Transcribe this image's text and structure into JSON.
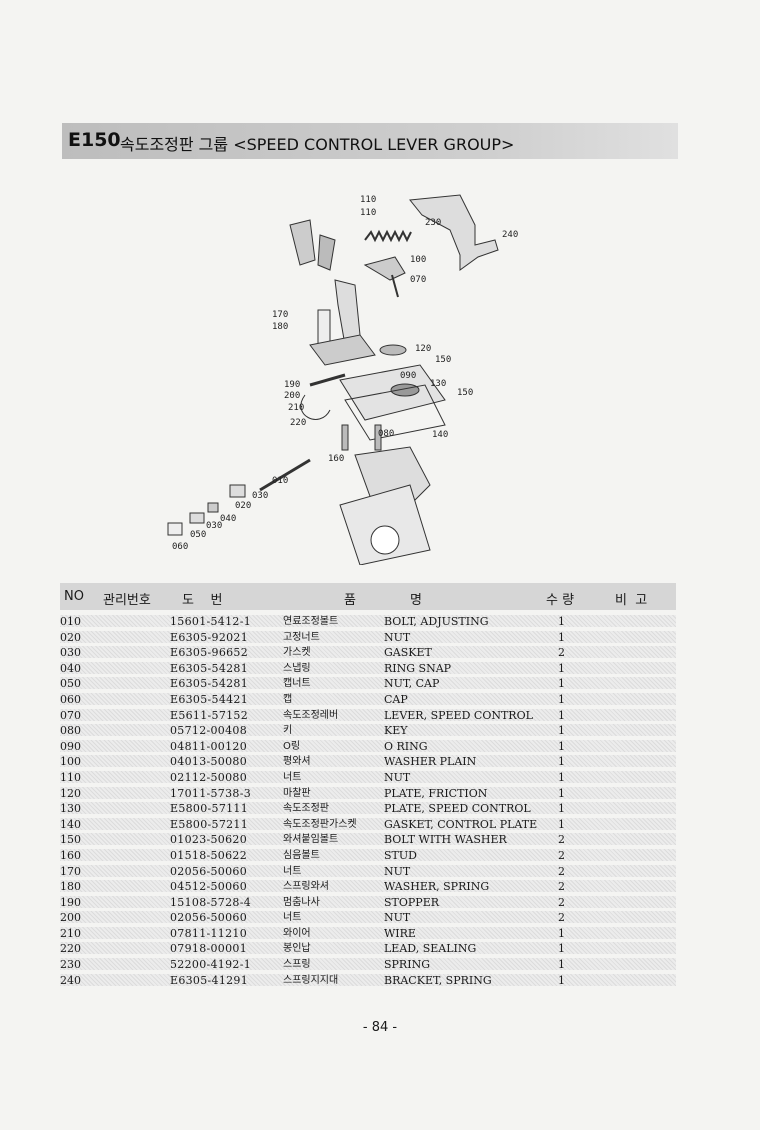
{
  "header": {
    "code": "E150",
    "title": "속도조정판 그룹 <SPEED CONTROL LEVER GROUP>"
  },
  "diagram_labels": [
    "110",
    "110",
    "230",
    "240",
    "100",
    "070",
    "170",
    "180",
    "120",
    "150",
    "090",
    "190",
    "200",
    "210",
    "130",
    "150",
    "220",
    "080",
    "140",
    "160",
    "010",
    "030",
    "020",
    "040",
    "030",
    "050",
    "060"
  ],
  "table": {
    "headers": {
      "no": "NO",
      "mgmt": "관리번호",
      "drawing": "도    번",
      "name1": "품",
      "name2": "명",
      "qty": "수 량",
      "remarks": "비  고"
    },
    "rows": [
      {
        "no": "010",
        "part": "15601-5412-1",
        "kor": "연료조정볼트",
        "eng": "BOLT, ADJUSTING",
        "qty": "1"
      },
      {
        "no": "020",
        "part": "E6305-92021",
        "kor": "고정너트",
        "eng": "NUT",
        "qty": "1"
      },
      {
        "no": "030",
        "part": "E6305-96652",
        "kor": "가스켓",
        "eng": "GASKET",
        "qty": "2"
      },
      {
        "no": "040",
        "part": "E6305-54281",
        "kor": "스냅링",
        "eng": "RING SNAP",
        "qty": "1"
      },
      {
        "no": "050",
        "part": "E6305-54281",
        "kor": "캡너트",
        "eng": "NUT, CAP",
        "qty": "1"
      },
      {
        "no": "060",
        "part": "E6305-54421",
        "kor": "캡",
        "eng": "CAP",
        "qty": "1"
      },
      {
        "no": "070",
        "part": "E5611-57152",
        "kor": "속도조정레버",
        "eng": "LEVER, SPEED CONTROL",
        "qty": "1"
      },
      {
        "no": "080",
        "part": "05712-00408",
        "kor": "키",
        "eng": "KEY",
        "qty": "1"
      },
      {
        "no": "090",
        "part": "04811-00120",
        "kor": "O링",
        "eng": "O RING",
        "qty": "1"
      },
      {
        "no": "100",
        "part": "04013-50080",
        "kor": "평와셔",
        "eng": "WASHER PLAIN",
        "qty": "1"
      },
      {
        "no": "110",
        "part": "02112-50080",
        "kor": "너트",
        "eng": "NUT",
        "qty": "1"
      },
      {
        "no": "120",
        "part": "17011-5738-3",
        "kor": "마찰판",
        "eng": "PLATE, FRICTION",
        "qty": "1"
      },
      {
        "no": "130",
        "part": "E5800-57111",
        "kor": "속도조정판",
        "eng": "PLATE, SPEED CONTROL",
        "qty": "1"
      },
      {
        "no": "140",
        "part": "E5800-57211",
        "kor": "속도조정판가스켓",
        "eng": "GASKET, CONTROL PLATE",
        "qty": "1"
      },
      {
        "no": "150",
        "part": "01023-50620",
        "kor": "와셔붙임볼트",
        "eng": "BOLT WITH WASHER",
        "qty": "2"
      },
      {
        "no": "160",
        "part": "01518-50622",
        "kor": "심음볼트",
        "eng": "STUD",
        "qty": "2"
      },
      {
        "no": "170",
        "part": "02056-50060",
        "kor": "너트",
        "eng": "NUT",
        "qty": "2"
      },
      {
        "no": "180",
        "part": "04512-50060",
        "kor": "스프링와셔",
        "eng": "WASHER, SPRING",
        "qty": "2"
      },
      {
        "no": "190",
        "part": "15108-5728-4",
        "kor": "멈춤나사",
        "eng": "STOPPER",
        "qty": "2"
      },
      {
        "no": "200",
        "part": "02056-50060",
        "kor": "너트",
        "eng": "NUT",
        "qty": "2"
      },
      {
        "no": "210",
        "part": "07811-11210",
        "kor": "와이어",
        "eng": "WIRE",
        "qty": "1"
      },
      {
        "no": "220",
        "part": "07918-00001",
        "kor": "봉인납",
        "eng": "LEAD, SEALING",
        "qty": "1"
      },
      {
        "no": "230",
        "part": "52200-4192-1",
        "kor": "스프링",
        "eng": "SPRING",
        "qty": "1"
      },
      {
        "no": "240",
        "part": "E6305-41291",
        "kor": "스프링지지대",
        "eng": "BRACKET, SPRING",
        "qty": "1"
      }
    ]
  },
  "footer": {
    "page": "- 84 -"
  }
}
